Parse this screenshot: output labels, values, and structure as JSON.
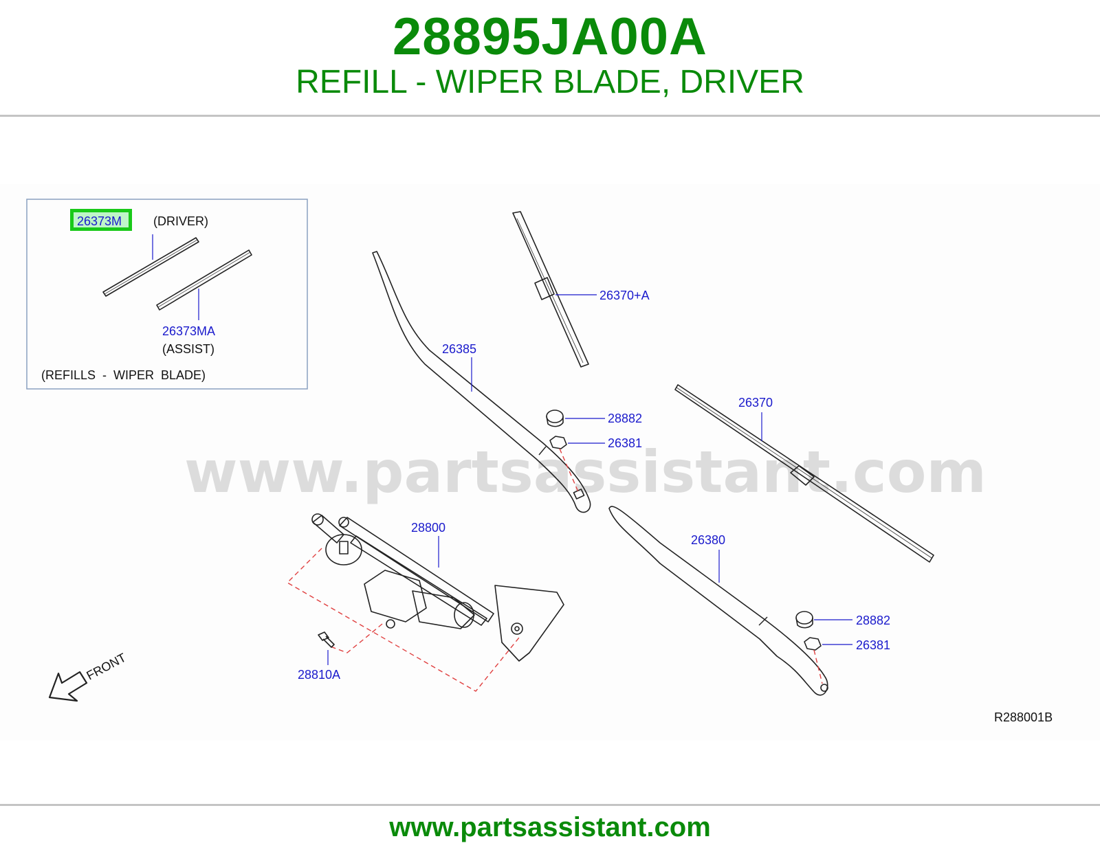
{
  "header": {
    "part_number": "28895JA00A",
    "part_name": "REFILL - WIPER BLADE, DRIVER"
  },
  "diagram": {
    "watermark": "www.partsassistant.com",
    "inset": {
      "highlighted_label": "26373M",
      "driver_note": "(DRIVER)",
      "assist_label": "26373MA",
      "assist_note": "(ASSIST)",
      "caption": "(REFILLS  -  WIPER  BLADE)"
    },
    "callouts": {
      "blade_driver": "26370+A",
      "arm_driver": "26385",
      "cap_driver": "28882",
      "nut_driver": "26381",
      "blade_assist": "26370",
      "linkage": "28800",
      "arm_assist": "26380",
      "cap_assist": "28882",
      "nut_assist": "26381",
      "bolt": "28810A"
    },
    "front_label": "FRONT",
    "diagram_code": "R288001B",
    "colors": {
      "highlight": "#19c919",
      "callout": "#1a1acc",
      "brand": "#0a8a0a"
    }
  },
  "footer": {
    "url": "www.partsassistant.com"
  }
}
